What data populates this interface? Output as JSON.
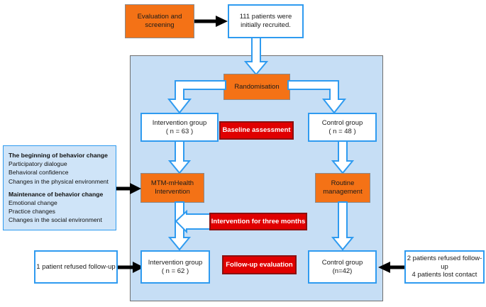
{
  "diagram": {
    "title": "MTM-mHealth randomised controlled trial CONSORT-style flow diagram",
    "colors": {
      "panel_fill": "#c6def5",
      "panel_border": "#6f6f6f",
      "orange_fill": "#f47216",
      "red_fill": "#e00000",
      "red_border": "#8a1111",
      "blue_outline": "#2f9bf0",
      "white_fill": "#ffffff",
      "info_fill": "#cfe4f8",
      "black_arrow": "#000000"
    },
    "nodes": {
      "evaluation_screening": "Evaluation and\nscreening",
      "recruited": "111 patients were\ninitially recruited.",
      "randomisation": "Randomisation",
      "intervention_group_top": "Intervention group\n( n = 63 )",
      "control_group_top": "Control group\n( n = 48 )",
      "baseline_assessment": "Baseline assessment",
      "mtm_mhealth": "MTM-mHealth\nIntervention",
      "routine_management": "Routine\nmanagement",
      "intervention_three_months": "Intervention for three months",
      "intervention_group_bottom": "Intervention group\n( n = 62 )",
      "control_group_bottom": "Control group\n(n=42)",
      "followup_evaluation": "Follow-up evaluation",
      "loss_left": "1 patient refused follow-up",
      "loss_right_line1": "2 patients refused follow-up",
      "loss_right_line2": "4 patients lost contact"
    },
    "behavior_change_box": {
      "section1_heading": "The beginning of behavior change",
      "section1_items": [
        "Participatory dialogue",
        "Behavioral confidence",
        "Changes in the physical environment"
      ],
      "section2_heading": " Maintenance of behavior change",
      "section2_items": [
        "Emotional change",
        "Practice changes",
        "Changes in the social environment"
      ]
    },
    "arrows": {
      "screening_to_recruited": "black-arrow-right",
      "recruited_to_randomisation": "block-arrow-down",
      "randomisation_to_intervention": "block-arrow-down-left-branch",
      "randomisation_to_control": "block-arrow-down-right-branch",
      "intervention_to_mtm": "block-arrow-down",
      "control_to_routine": "block-arrow-down",
      "mtm_to_intervention_bottom": "block-arrow-down",
      "routine_to_control_bottom": "block-arrow-down",
      "three_months_to_flow": "block-arrow-left",
      "behavior_box_to_mtm": "black-arrow-right",
      "loss_left_to_intervention_bottom": "black-arrow-right",
      "loss_right_to_control_bottom": "black-arrow-left"
    }
  }
}
